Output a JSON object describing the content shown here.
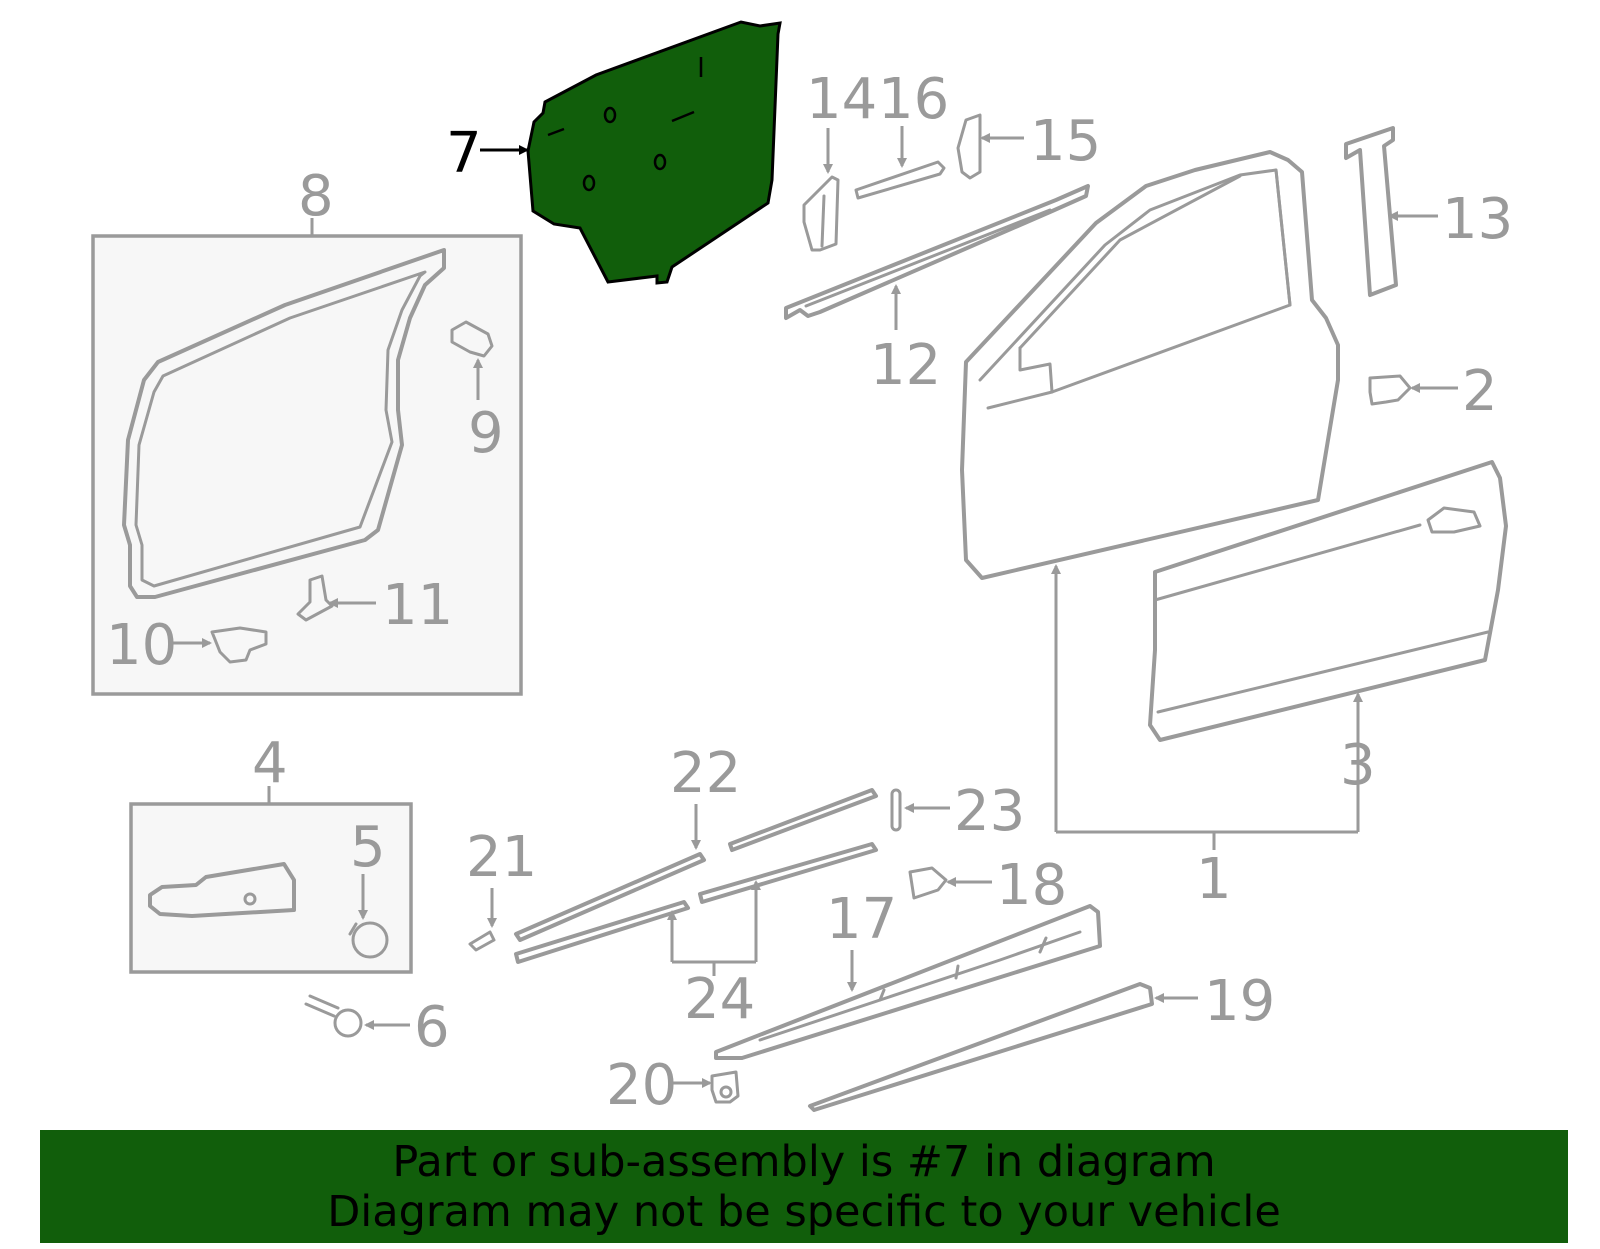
{
  "highlight_color": "#115e0b",
  "highlighted_part": "7",
  "callouts": [
    "1",
    "2",
    "3",
    "4",
    "5",
    "6",
    "7",
    "8",
    "9",
    "10",
    "11",
    "12",
    "13",
    "14",
    "15",
    "16",
    "17",
    "18",
    "19",
    "20",
    "21",
    "22",
    "23",
    "24"
  ],
  "banner": {
    "line1": "Part or sub-assembly is #7 in diagram",
    "line2": "Diagram may not be specific to your vehicle"
  }
}
